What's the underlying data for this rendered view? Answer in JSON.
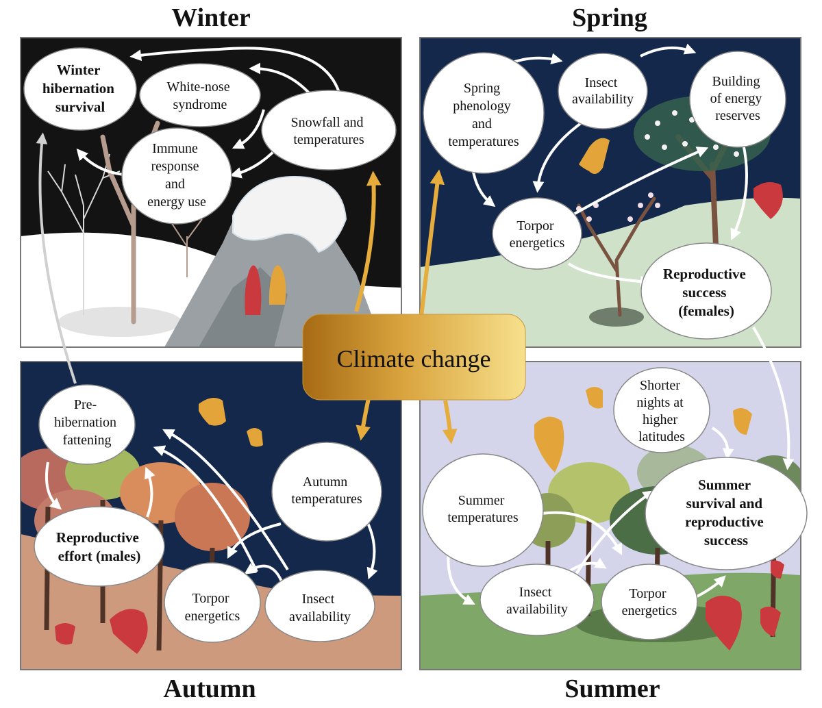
{
  "seasons": {
    "winter": "Winter",
    "spring": "Spring",
    "autumn": "Autumn",
    "summer": "Summer"
  },
  "center": {
    "label": "Climate change"
  },
  "nodes": {
    "winter": {
      "hibernation": [
        "Winter",
        "hibernation",
        "survival"
      ],
      "white_nose": [
        "White-nose",
        "syndrome"
      ],
      "immune": [
        "Immune",
        "response",
        "and",
        "energy use"
      ],
      "snowfall": [
        "Snowfall and",
        "temperatures"
      ]
    },
    "spring": {
      "phenology": [
        "Spring",
        "phenology",
        "and",
        "temperatures"
      ],
      "insects": [
        "Insect",
        "availability"
      ],
      "energy_reserves": [
        "Building",
        "of energy",
        "reserves"
      ],
      "torpor": [
        "Torpor",
        "energetics"
      ],
      "repro": [
        "Reproductive",
        "success",
        "(females)"
      ]
    },
    "autumn": {
      "fattening": [
        "Pre-",
        "hibernation",
        "fattening"
      ],
      "repro": [
        "Reproductive",
        "effort (males)"
      ],
      "temps": [
        "Autumn",
        "temperatures"
      ],
      "torpor": [
        "Torpor",
        "energetics"
      ],
      "insects": [
        "Insect",
        "availability"
      ]
    },
    "summer": {
      "nights": [
        "Shorter",
        "nights at",
        "higher",
        "latitudes"
      ],
      "temps": [
        "Summer",
        "temperatures"
      ],
      "survival": [
        "Summer",
        "survival and",
        "reproductive",
        "success"
      ],
      "insects": [
        "Insect",
        "availability"
      ],
      "torpor": [
        "Torpor",
        "energetics"
      ]
    }
  },
  "colors": {
    "winter_sky": "#131313",
    "spring_sky": "#13284a",
    "autumn_sky": "#13284a",
    "summer_sky": "#d4d4ea",
    "bat_orange": "#e3a53a",
    "bat_red": "#c9393d",
    "arrow_gold": "#e6ac3c"
  }
}
